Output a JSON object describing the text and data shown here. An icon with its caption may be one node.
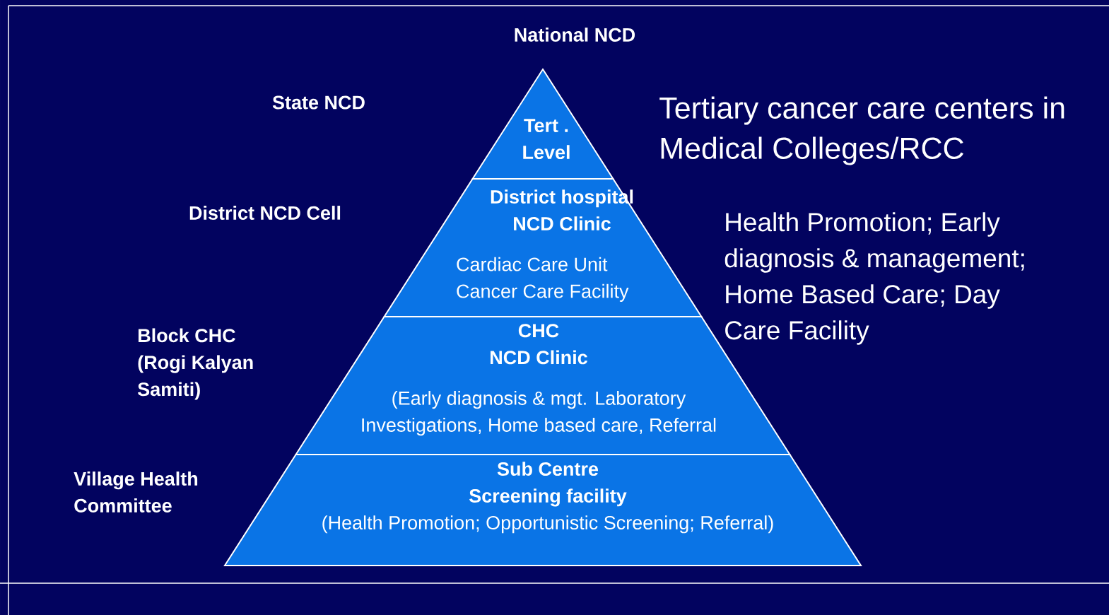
{
  "diagram": {
    "nodes": [
      {
        "text": [
          "Tert . Level"
        ]
      },
      {
        "text": [
          "District hospital",
          "NCD Clinic",
          "Cardiac Care Unit Cancer Care Facility"
        ]
      },
      {
        "text": [
          "CHC",
          "NCD Clinic",
          "(Early diagnosis & mgt. Laboratory Investigations, Home based care, Referral"
        ]
      },
      {
        "text": [
          "Sub Centre",
          "Screening facility",
          "(Health Promotion; Opportunistic Screening; Referral)"
        ]
      }
    ],
    "labels": [
      "National NCD",
      "State NCD",
      "Tertiary cancer care centers in Medical Colleges/RCC",
      "District NCD Cell",
      "Health Promotion; Early diagnosis & management; Home Based Care; Day Care Facility",
      "Block CHC (Rogi Kalyan Samiti)",
      "Village Health Committee"
    ]
  }
}
